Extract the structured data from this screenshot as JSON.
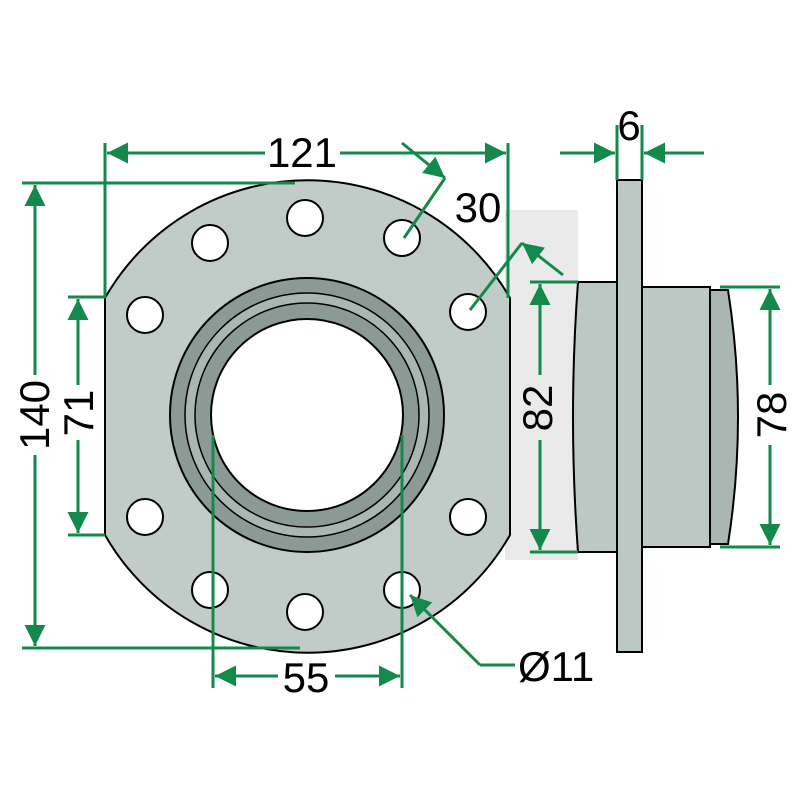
{
  "colors": {
    "part_fill": "#bcc8c4",
    "part_dark": "#8c9a96",
    "part_shade": "#a9b6b2",
    "bore_fill": "#ffffff",
    "dimension_green": "#138a4c",
    "outline": "#000000",
    "watermark": "#e3e3e3"
  },
  "dimensions": {
    "width_121": "121",
    "spacing_30": "30",
    "thickness_6": "6",
    "height_140": "140",
    "holes_71": "71",
    "hub_82": "82",
    "hub_78": "78",
    "bore_55": "55",
    "hole_dia": "Ø11"
  }
}
